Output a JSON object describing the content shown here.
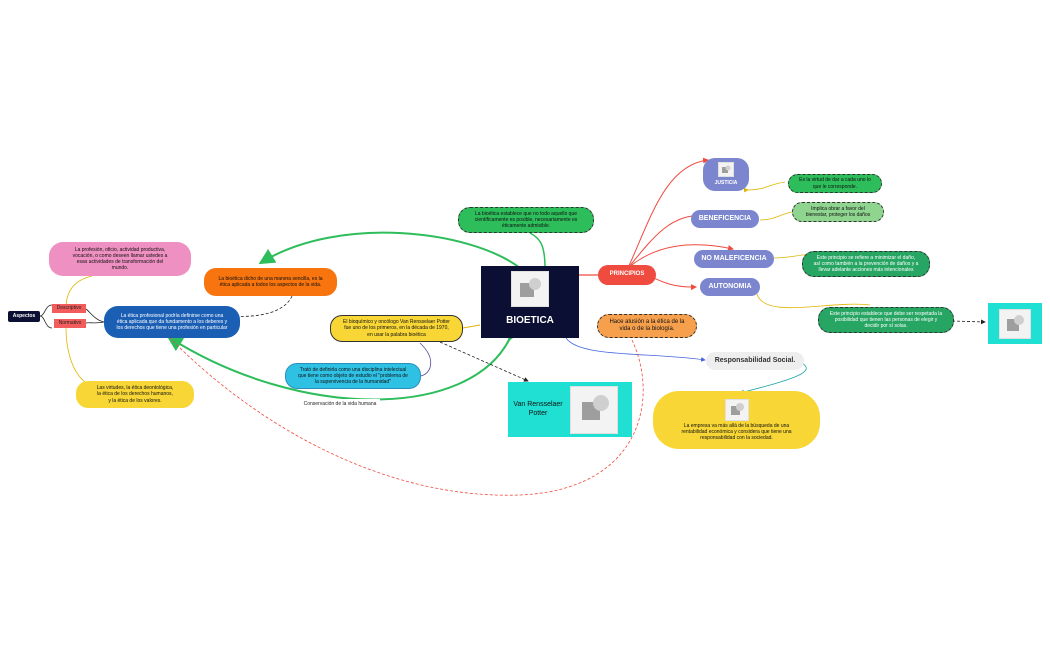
{
  "center": {
    "title": "BIOETICA"
  },
  "nodes": {
    "principios": "PRINCIPIOS",
    "justicia": "JUSTICIA",
    "beneficencia": "BENEFICENCIA",
    "no_maleficencia": "NO MALEFICENCIA",
    "autonomia": "AUTONOMIA",
    "justicia_desc": "Es la virtud de dar a cada uno lo que le corresponde.",
    "beneficencia_desc": "Implica obrar a favor del bienestar, proteger los daños",
    "no_maleficencia_desc": "Este principio se refiere a minimizar el daño, así como también a la prevención de daños y a llevar adelante acciones más intencionales",
    "autonomia_desc": "Este principio establece que debe ser respetada la posibilidad que tienen las personas de elegir y decidir por sí solas.",
    "green_top": "La bioética establece que no todo aquello que científicamente es posible, necesariamente es éticamente admisible.",
    "orange_left": "La bioética dicho de una manera sencilla, es la ética aplicada a todos los aspectos de la vida.",
    "orange_right": "Hace alusión a la ética de la vida o de la biología.",
    "blue_prof": "La ética profesional podría definirse como una ética aplicada que da fundamento a los deberes y los derechos que tiene una profesión en particular",
    "pink_prof": "La profesión, oficio, actividad productiva, vocación, o como deseen llamar ustedes a esas actividades de transformación del mundo.",
    "yellow_virtudes": "Las virtudes, la ética deontológica, la ética de los derechos humanos, y la ética de los valores.",
    "aspectos": "Aspectos",
    "tag_1": "Descriptivo",
    "tag_2": "Normativo",
    "potter_desc": "El bioquímico y oncólogo Van Rensselaer Potter fue uno de los primeros, en la década de 1970, en usar la palabra bioética",
    "cyan_disciplina": "Trató de definirla como una disciplina intelectual que tiene como objeto de estudio el \"problema de la supervivencia de la humanidad\"",
    "conservacion": "Conservación de la vida humana",
    "potter_name": "Van Rensselaer Potter",
    "responsabilidad": "Responsabilidad Social.",
    "empresa": "La empresa va más allá de la búsqueda de una rentabilidad económica y considera que tiene una responsabilidad con la sociedad."
  },
  "colors": {
    "navy": "#0b0f33",
    "red": "#ef4b3f",
    "indigo": "#7b86cf",
    "green": "#2dbd5a",
    "light_green": "#8fd48f",
    "dark_green": "#27a563",
    "orange": "#f7740f",
    "light_orange": "#f6a04d",
    "royal_blue": "#1b5fb5",
    "pink": "#ee90c1",
    "yellow": "#f7d636",
    "cyan": "#2fc1e4",
    "teal": "#1fe0d2",
    "gray": "#eeeeee"
  }
}
